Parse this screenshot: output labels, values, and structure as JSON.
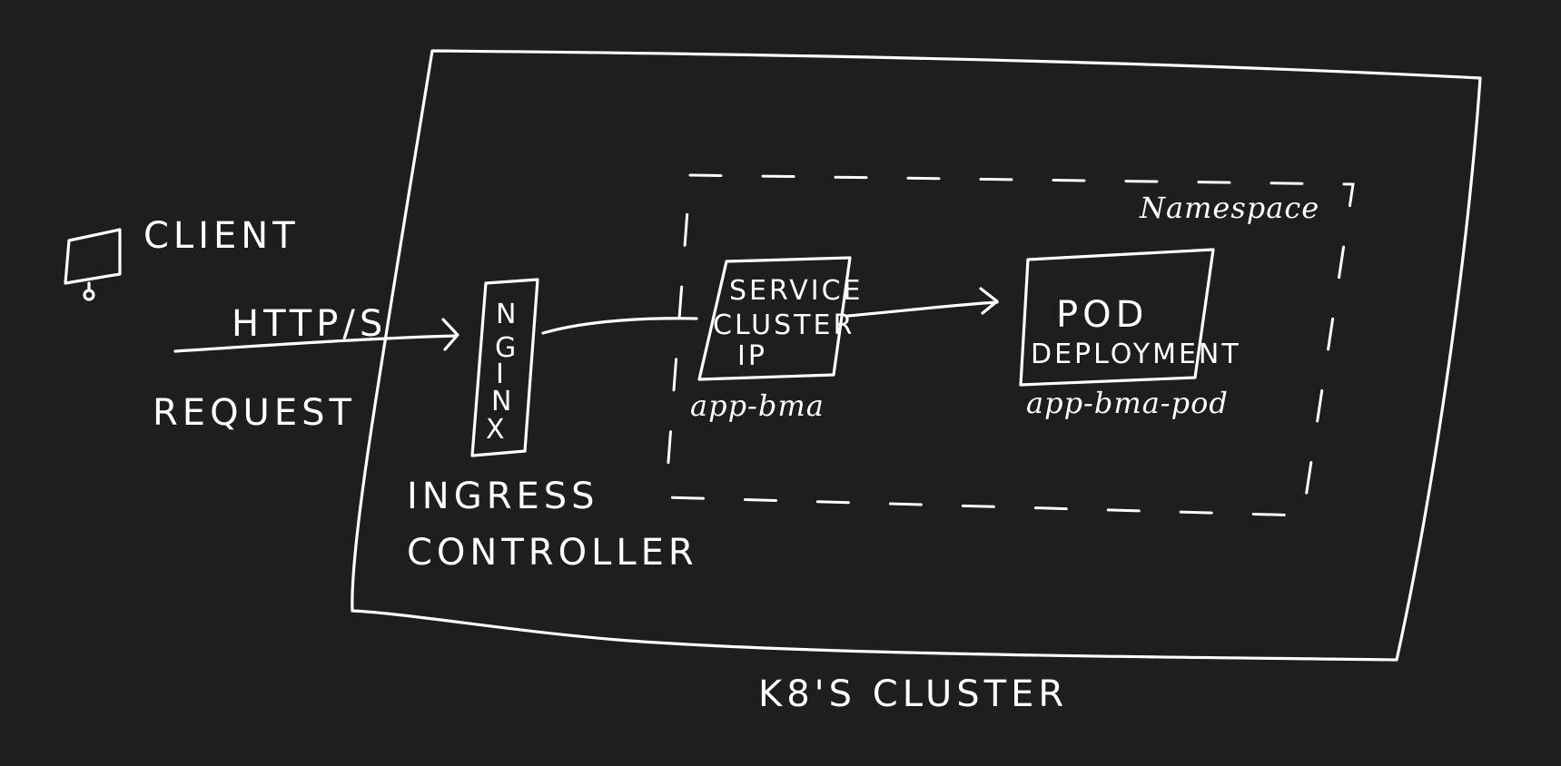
{
  "client": {
    "label": "CLIENT",
    "icon": "monitor-icon"
  },
  "request": {
    "protocol_label": "HTTP/S",
    "label": "REQUEST"
  },
  "ingress": {
    "letters": [
      "N",
      "G",
      "I",
      "N",
      "X"
    ],
    "label_line1": "INGRESS",
    "label_line2": "CONTROLLER"
  },
  "namespace": {
    "label": "Namespace"
  },
  "service": {
    "line1": "SERVICE",
    "line2": "CLUSTER",
    "line3": "IP",
    "name": "app-bma"
  },
  "pod": {
    "line1": "POD",
    "line2": "DEPLOYMENT",
    "name": "app-bma-pod"
  },
  "cluster": {
    "label": "K8'S CLUSTER"
  },
  "colors": {
    "background": "#1e1e1e",
    "ink": "#ffffff"
  }
}
